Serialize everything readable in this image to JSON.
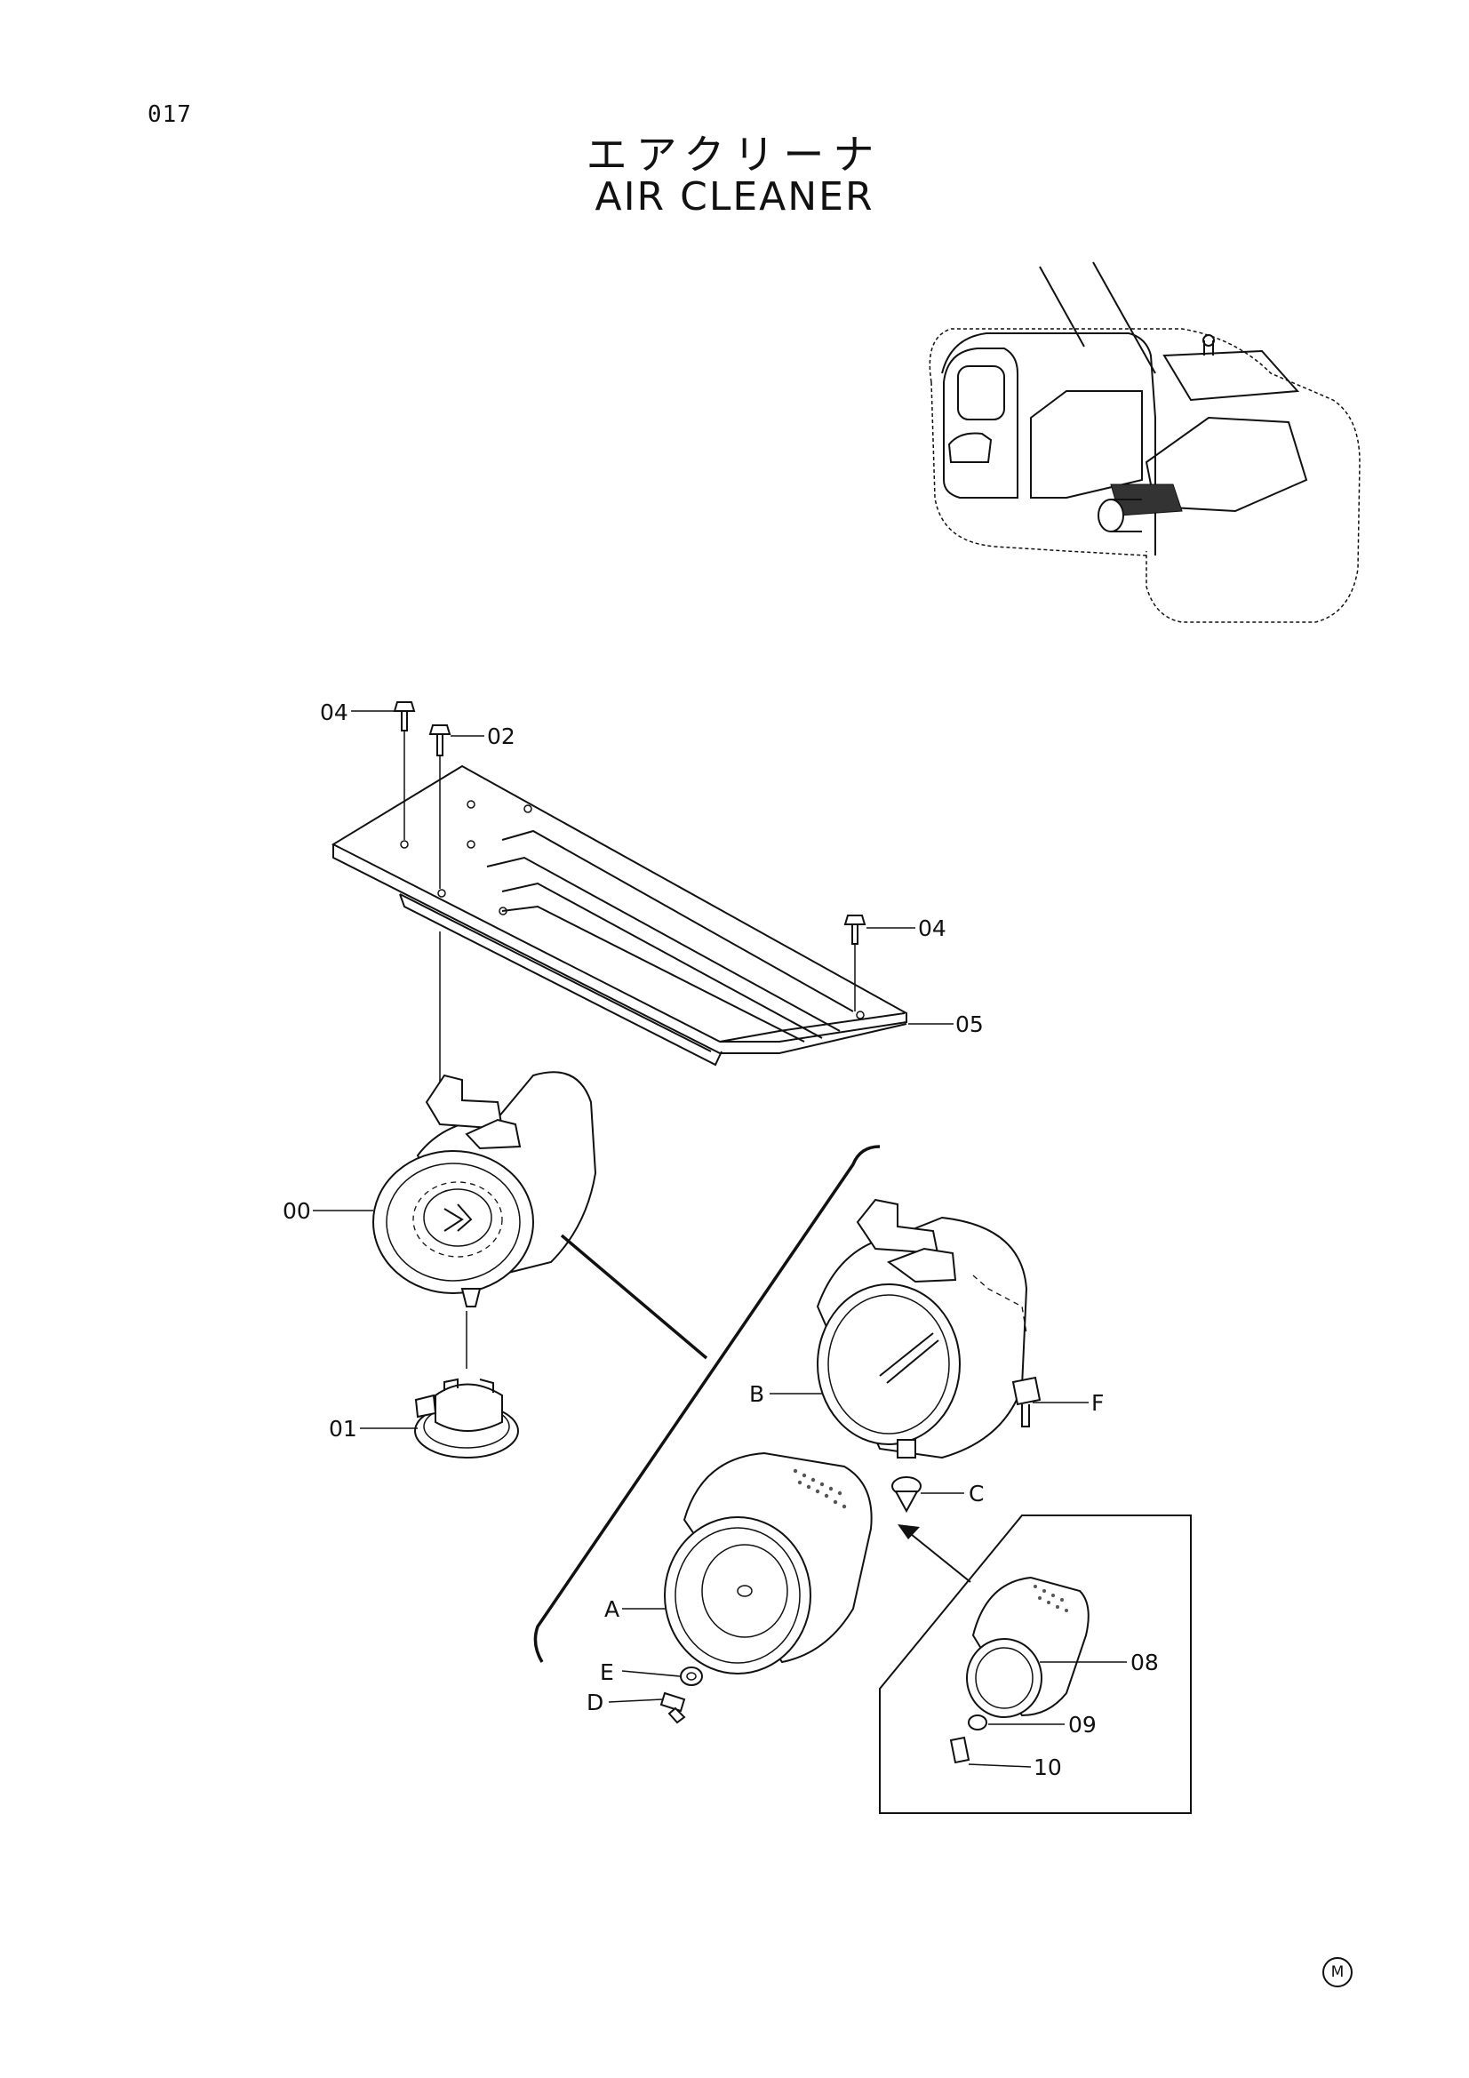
{
  "page": {
    "number": "017"
  },
  "title": {
    "japanese": "エアクリーナ",
    "english": "AIR CLEANER"
  },
  "labels": {
    "bolt_top_left": "04",
    "bolt_top": "02",
    "bolt_right": "04",
    "bracket": "05",
    "air_cleaner_assy": "00",
    "cap": "01",
    "body": "B",
    "valve": "F",
    "valve_cap": "C",
    "element_outer": "A",
    "washer": "E",
    "wing_nut": "D",
    "element_inner": "08",
    "o_ring": "09",
    "bolt_inner": "10"
  },
  "mark": "M",
  "colors": {
    "line": "#111111",
    "background": "#ffffff"
  }
}
